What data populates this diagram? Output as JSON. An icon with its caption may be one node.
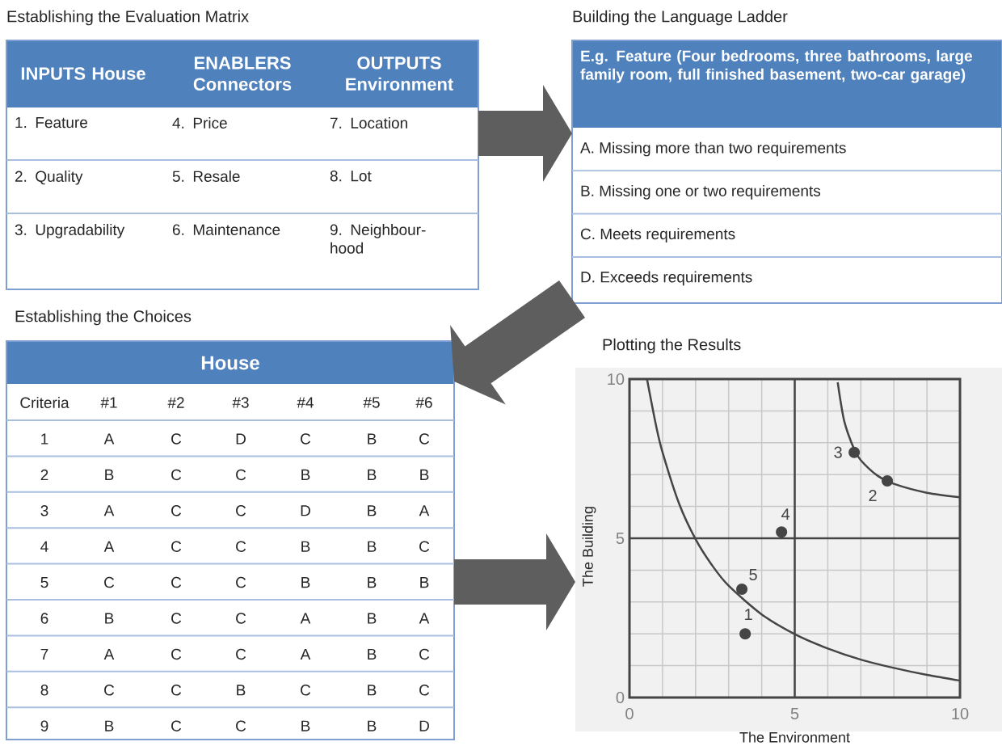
{
  "diagram": {
    "nodes": [
      {
        "text": [
          "Establishing the Evaluation Matrix",
          "INPUTS House",
          "ENABLERS Connectors",
          "OUTPUTS Environment",
          "1. Feature",
          "4. Price",
          "7. Location",
          "2. Quality",
          "5. Resale",
          "8. Lot",
          "3. Upgradability",
          "6. Maintenance",
          "9. Neighbour-hood"
        ]
      },
      {
        "text": [
          "Building the Language Ladder",
          "E.g. Feature (Four bedrooms, three bathrooms, large family room, full finished basement, two-car garage)",
          "A. Missing more than two requirements",
          "B. Missing one or two requirements",
          "C. Meets requirements",
          "D. Exceeds requirements"
        ]
      },
      {
        "text": [
          "Establishing the Choices",
          "House",
          "Criteria",
          "#1",
          "#2",
          "#3",
          "#4",
          "#5",
          "#6",
          "1",
          "A",
          "C",
          "D",
          "C",
          "B",
          "C",
          "2",
          "B",
          "C",
          "C",
          "B",
          "B",
          "B",
          "3",
          "A",
          "C",
          "C",
          "D",
          "B",
          "A",
          "4",
          "A",
          "C",
          "C",
          "B",
          "B",
          "C",
          "5",
          "C",
          "C",
          "C",
          "B",
          "B",
          "B",
          "6",
          "B",
          "C",
          "C",
          "A",
          "B",
          "A",
          "7",
          "A",
          "C",
          "C",
          "A",
          "B",
          "C",
          "8",
          "C",
          "C",
          "B",
          "C",
          "B",
          "C",
          "9",
          "B",
          "C",
          "C",
          "B",
          "B",
          "D"
        ]
      },
      {
        "text": [
          "Plotting the Results"
        ]
      }
    ],
    "edges": [
      {
        "from": 0,
        "to": 1,
        "arrow": "to"
      },
      {
        "from": 1,
        "to": 2,
        "arrow": "to"
      },
      {
        "from": 2,
        "to": 3,
        "arrow": "to"
      }
    ],
    "chart_data": {
      "type": "scatter",
      "xlabel": "The Environment",
      "ylabel": "The Building",
      "series": [
        {
          "type": "scatter",
          "x": [
            3.5,
            7.8,
            6.8,
            4.6,
            3.4
          ],
          "values": [
            2.0,
            6.8,
            7.7,
            5.2,
            3.4
          ]
        },
        {
          "type": "line",
          "x": [
            0.53,
            0.8,
            1,
            1.5,
            2,
            2.5,
            3,
            4,
            5,
            6,
            7,
            8,
            9,
            10
          ],
          "values": [
            10.0,
            8.56,
            7.7,
            6.09,
            4.97,
            4.15,
            3.51,
            2.61,
            1.99,
            1.54,
            1.19,
            0.93,
            0.71,
            0.53
          ]
        },
        {
          "type": "line",
          "x": [
            6.3,
            6.5,
            6.8,
            7,
            7.5,
            8,
            9,
            10
          ],
          "values": [
            9.9,
            8.67,
            7.79,
            7.45,
            6.97,
            6.71,
            6.43,
            6.29
          ]
        }
      ],
      "annotations": [
        {
          "text": "1",
          "x": 3.5,
          "y": 2.0
        },
        {
          "text": "2",
          "x": 7.8,
          "y": 6.8
        },
        {
          "text": "3",
          "x": 6.8,
          "y": 7.7
        },
        {
          "text": "4",
          "x": 4.6,
          "y": 5.2
        },
        {
          "text": "5",
          "x": 3.4,
          "y": 3.4
        }
      ],
      "grid": true,
      "xlim": [
        0,
        10
      ],
      "ylim": [
        0,
        10
      ],
      "xticks": [
        0,
        5,
        10
      ],
      "yticks": [
        0,
        5,
        10
      ]
    }
  }
}
